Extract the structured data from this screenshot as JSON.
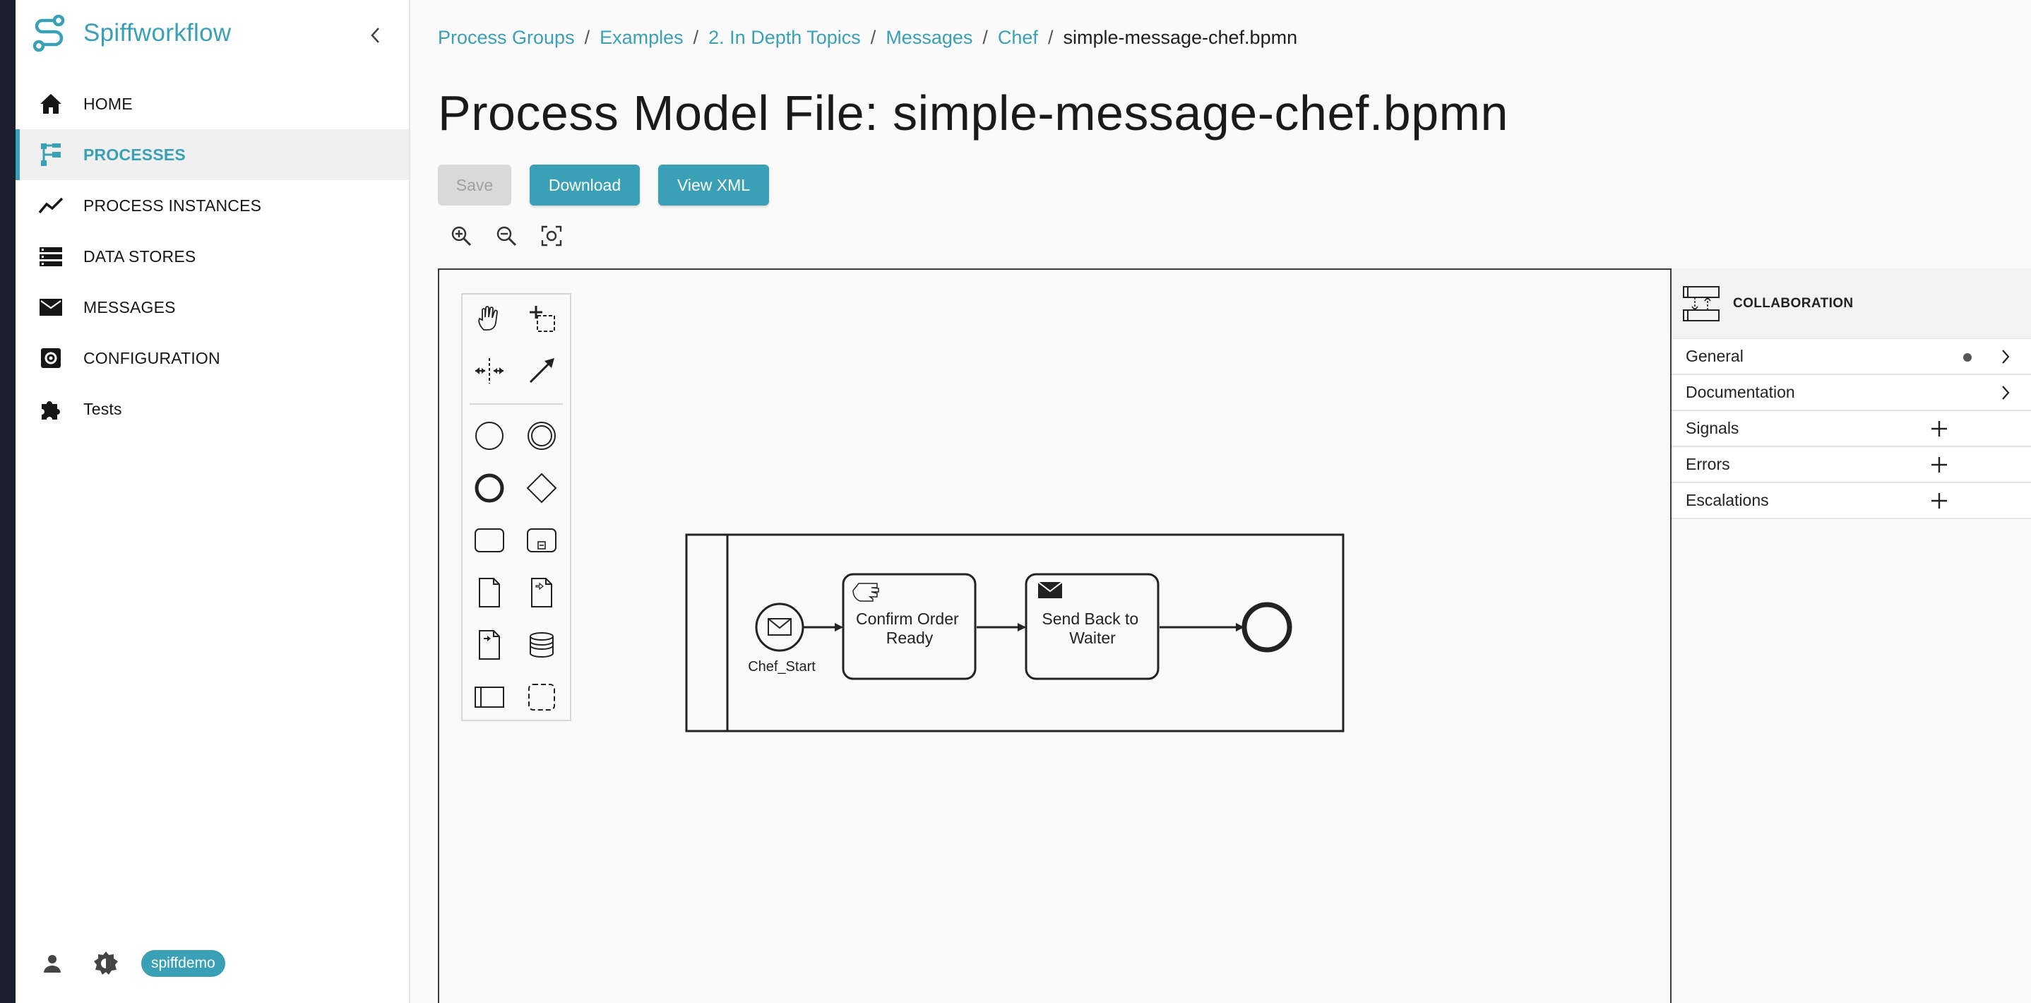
{
  "app": {
    "name": "Spiffworkflow"
  },
  "sidebar": {
    "items": [
      {
        "label": "HOME",
        "icon": "home-icon"
      },
      {
        "label": "PROCESSES",
        "icon": "processes-icon",
        "active": true
      },
      {
        "label": "PROCESS INSTANCES",
        "icon": "chart-line-icon"
      },
      {
        "label": "DATA STORES",
        "icon": "data-stores-icon"
      },
      {
        "label": "MESSAGES",
        "icon": "envelope-icon"
      },
      {
        "label": "CONFIGURATION",
        "icon": "settings-icon"
      },
      {
        "label": "Tests",
        "icon": "puzzle-icon"
      }
    ],
    "user": "spiffdemo"
  },
  "breadcrumb": {
    "items": [
      "Process Groups",
      "Examples",
      "2. In Depth Topics",
      "Messages",
      "Chef"
    ],
    "current": "simple-message-chef.bpmn"
  },
  "page": {
    "title": "Process Model File: simple-message-chef.bpmn"
  },
  "toolbar": {
    "save": "Save",
    "download": "Download",
    "view_xml": "View XML"
  },
  "diagram": {
    "start_event_label": "Chef_Start",
    "task1": [
      "Confirm Order",
      "Ready"
    ],
    "task2": [
      "Send Back to",
      "Waiter"
    ]
  },
  "properties": {
    "header": "COLLABORATION",
    "groups": [
      {
        "label": "General",
        "has_dot": true,
        "action": "chevron"
      },
      {
        "label": "Documentation",
        "has_dot": false,
        "action": "chevron"
      },
      {
        "label": "Signals",
        "has_dot": false,
        "action": "plus"
      },
      {
        "label": "Errors",
        "has_dot": false,
        "action": "plus"
      },
      {
        "label": "Escalations",
        "has_dot": false,
        "action": "plus"
      }
    ]
  },
  "colors": {
    "accent": "#3aa0b5",
    "disabled": "#d9d9d9",
    "text": "#1f1f1f"
  }
}
